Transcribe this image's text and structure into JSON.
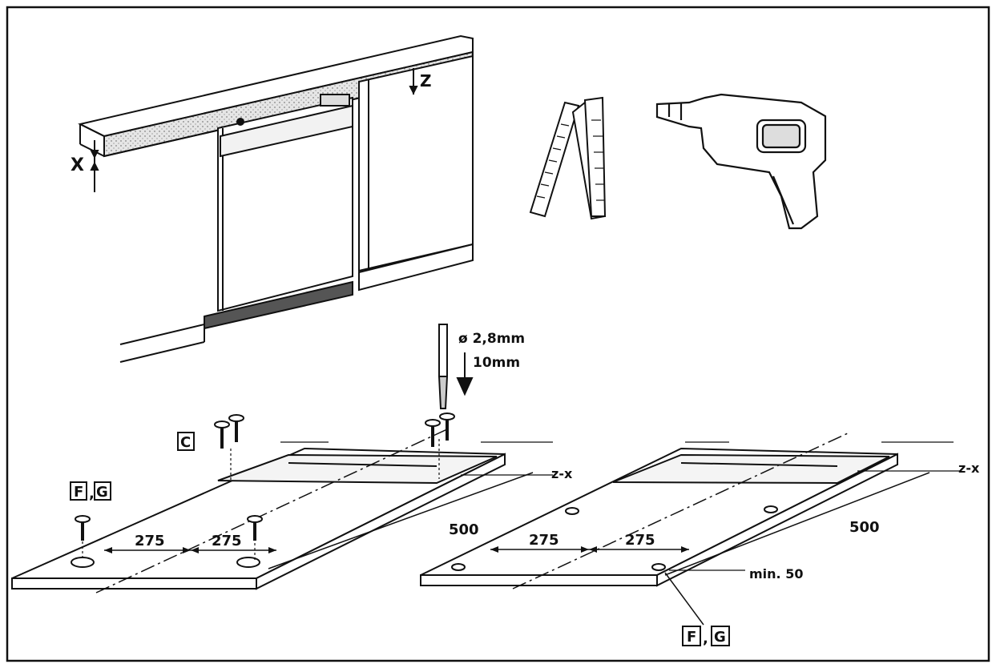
{
  "labels": {
    "x_gap": "X",
    "z_gap": "Z",
    "drill_diameter": "ø 2,8mm",
    "drill_depth": "10mm",
    "offset_left": "z-x",
    "offset_right": "z-x",
    "dim_500_left": "500",
    "dim_500_right": "500",
    "dim_275_a": "275",
    "dim_275_b": "275",
    "dim_275_c": "275",
    "dim_275_d": "275",
    "min_50": "min. 50",
    "part_c": "C",
    "part_f_left": "F",
    "part_g_left": "G",
    "part_f_right": "F",
    "part_g_right": "G",
    "comma": ","
  },
  "icons": [
    "folding-ruler-icon",
    "power-drill-icon",
    "screw-icon",
    "drill-bit-icon"
  ],
  "colors": {
    "ink": "#111111",
    "paper": "#ffffff",
    "shade": "#cfcfcf"
  }
}
